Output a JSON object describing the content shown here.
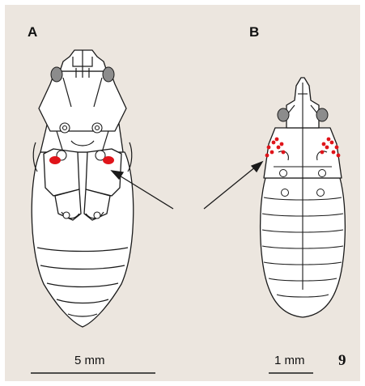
{
  "panels": {
    "a": {
      "label": "A"
    },
    "b": {
      "label": "B"
    }
  },
  "scale_bars": {
    "a": {
      "label": "5 mm"
    },
    "b": {
      "label": "1 mm"
    }
  },
  "figure_number": "9",
  "colors": {
    "background": "#ece6df",
    "outline": "#1a1a1a",
    "body_fill": "#ffffff",
    "eye_fill": "#8c8c8c",
    "highlight_red": "#e0141a"
  }
}
